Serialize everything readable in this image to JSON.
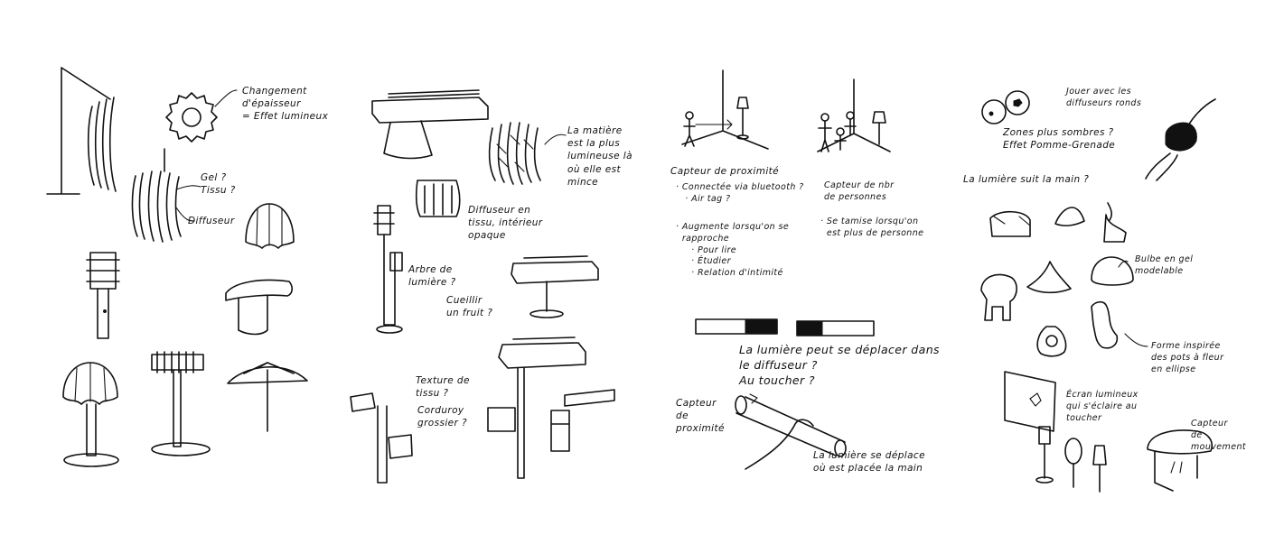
{
  "notes": {
    "changement": "Changement\nd'épaisseur\n= Effet lumineux",
    "gel_tissu": "Gel ?\nTissu ?",
    "diffuseur": "Diffuseur",
    "matiere": "La matière\nest la plus\nlumineuse là\noù elle est\nmince",
    "diffuseur_tissu": "Diffuseur en\ntissu, intérieur\nopaque",
    "arbre": "Arbre de\nlumière ?",
    "cueillir": "Cueillir\nun fruit ?",
    "texture": "Texture de\ntissu ?",
    "corduroy": "Corduroy\ngrossier ?",
    "capteur_proximite": "Capteur de proximité",
    "connectee": "· Connectée via bluetooth ?\n   · Air tag ?",
    "augmente": "· Augmente lorsqu'on se\n  rapproche\n     · Pour lire\n     · Étudier\n     · Relation d'intimité",
    "capteur_nbr": "Capteur de nbr\nde personnes",
    "se_tamise": "· Se tamise lorsqu'on\n  est plus de personne",
    "lumiere_deplacer": "La lumière peut se déplacer dans\nle diffuseur ?\nAu toucher ?",
    "capteur_prox2": "Capteur\nde\nproximité",
    "lumiere_deplace": "La lumière se déplace\noù est placée la main",
    "jouer": "Jouer avec les\ndiffuseurs ronds",
    "zones": "Zones plus sombres ?\nEffet Pomme-Grenade",
    "suit_main": "La lumière suit la main ?",
    "bulbe": "Bulbe en gel\nmodelable",
    "forme": "Forme inspirée\ndes pots à fleur\nen ellipse",
    "ecran": "Écran lumineux\nqui s'éclaire au\ntoucher",
    "capteur_mouvement": "Capteur\nde\nmouvement"
  }
}
